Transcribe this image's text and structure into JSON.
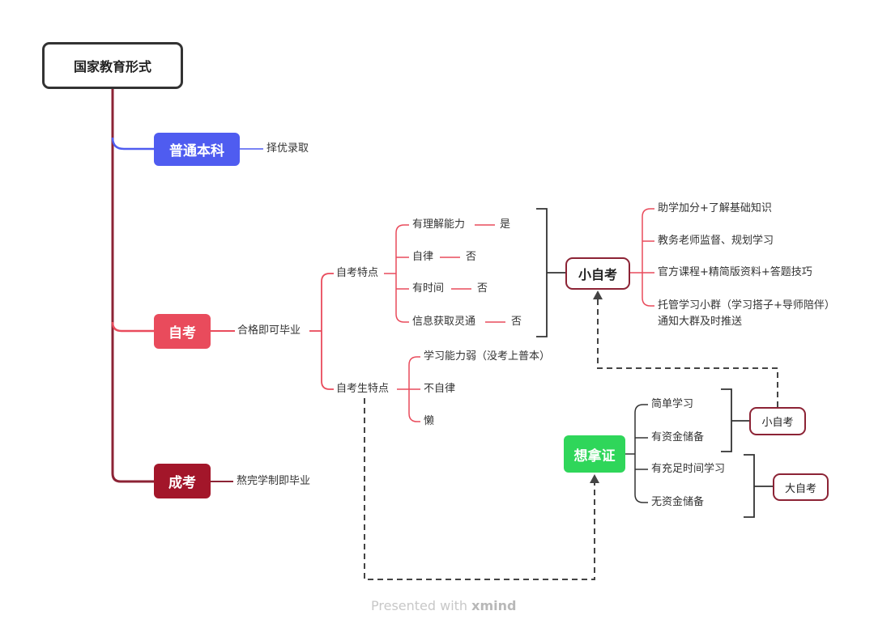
{
  "root": "国家教育形式",
  "putong": {
    "label": "普通本科",
    "note": "择优录取"
  },
  "zikao": {
    "label": "自考",
    "note": "合格即可毕业",
    "features": {
      "label": "自考特点",
      "items": [
        {
          "text": "有理解能力",
          "answer": "是"
        },
        {
          "text": "自律",
          "answer": "否"
        },
        {
          "text": "有时间",
          "answer": "否"
        },
        {
          "text": "信息获取灵通",
          "answer": "否"
        }
      ]
    },
    "students": {
      "label": "自考生特点",
      "items": [
        "学习能力弱（没考上普本）",
        "不自律",
        "懒"
      ]
    }
  },
  "xiaozikao": {
    "label": "小自考",
    "items": [
      "助学加分+了解基础知识",
      "教务老师监督、规划学习",
      "官方课程+精简版资料+答题技巧",
      "托管学习小群（学习搭子+导师陪伴）",
      "通知大群及时推送"
    ]
  },
  "chengkao": {
    "label": "成考",
    "note": "熬完学制即毕业"
  },
  "xiangnazheng": {
    "label": "想拿证",
    "items": [
      "简单学习",
      "有资金储备",
      "有充足时间学习",
      "无资金储备"
    ],
    "small": "小自考",
    "big": "大自考"
  },
  "watermark": {
    "prefix": "Presented with ",
    "brand": "xmind"
  },
  "colors": {
    "root_border": "#333333",
    "putong": "#4f5cf0",
    "zikao": "#e94b5c",
    "chengkao": "#a3162a",
    "xiangnazheng": "#2fd65a",
    "box_border": "#8c2335"
  }
}
